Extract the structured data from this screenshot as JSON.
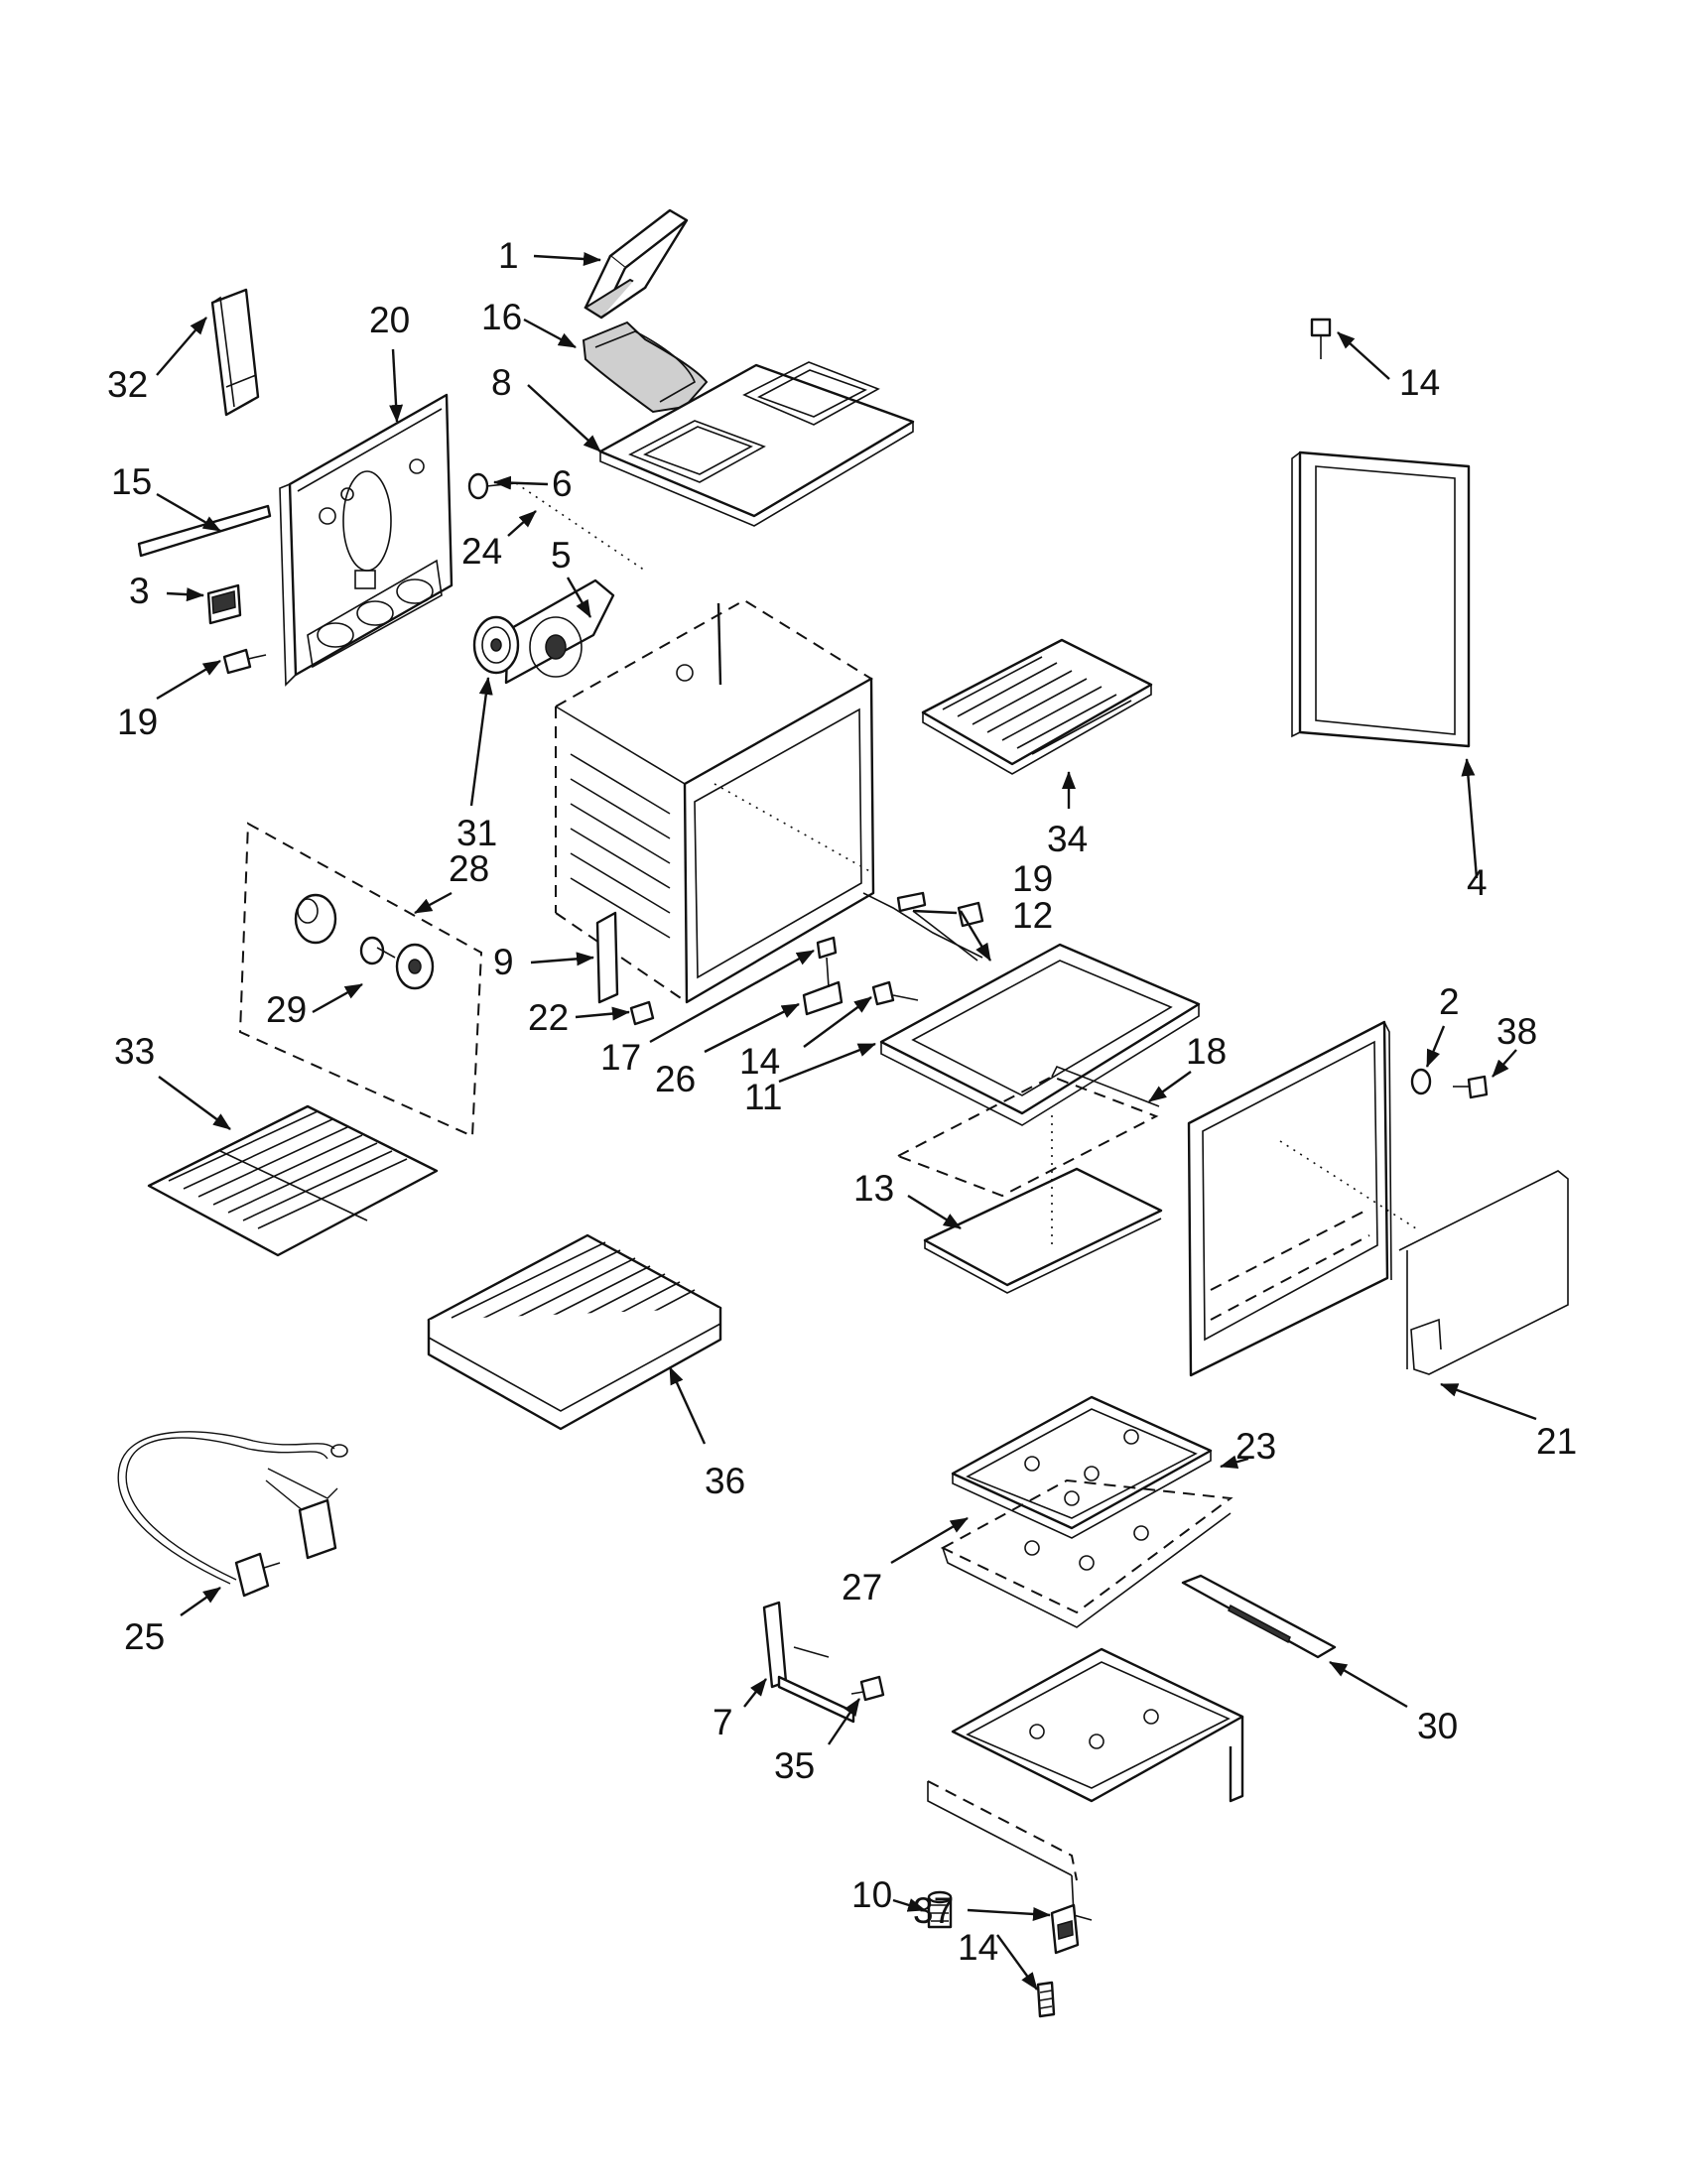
{
  "callouts": [
    {
      "id": "c1",
      "label": "1"
    },
    {
      "id": "c16",
      "label": "16"
    },
    {
      "id": "c8",
      "label": "8"
    },
    {
      "id": "c20",
      "label": "20"
    },
    {
      "id": "c32",
      "label": "32"
    },
    {
      "id": "c15",
      "label": "15"
    },
    {
      "id": "c6",
      "label": "6"
    },
    {
      "id": "c24",
      "label": "24"
    },
    {
      "id": "c3",
      "label": "3"
    },
    {
      "id": "c5",
      "label": "5"
    },
    {
      "id": "c19a",
      "label": "19"
    },
    {
      "id": "c31",
      "label": "31"
    },
    {
      "id": "c28",
      "label": "28"
    },
    {
      "id": "c29",
      "label": "29"
    },
    {
      "id": "c9",
      "label": "9"
    },
    {
      "id": "c22",
      "label": "22"
    },
    {
      "id": "c17",
      "label": "17"
    },
    {
      "id": "c26",
      "label": "26"
    },
    {
      "id": "c14b",
      "label": "14"
    },
    {
      "id": "c11",
      "label": "11"
    },
    {
      "id": "c12",
      "label": "12"
    },
    {
      "id": "c19b",
      "label": "19"
    },
    {
      "id": "c34",
      "label": "34"
    },
    {
      "id": "c14a",
      "label": "14"
    },
    {
      "id": "c4",
      "label": "4"
    },
    {
      "id": "c2",
      "label": "2"
    },
    {
      "id": "c38",
      "label": "38"
    },
    {
      "id": "c18",
      "label": "18"
    },
    {
      "id": "c13",
      "label": "13"
    },
    {
      "id": "c33",
      "label": "33"
    },
    {
      "id": "c36",
      "label": "36"
    },
    {
      "id": "c21",
      "label": "21"
    },
    {
      "id": "c23",
      "label": "23"
    },
    {
      "id": "c27",
      "label": "27"
    },
    {
      "id": "c25",
      "label": "25"
    },
    {
      "id": "c30",
      "label": "30"
    },
    {
      "id": "c7",
      "label": "7"
    },
    {
      "id": "c35",
      "label": "35"
    },
    {
      "id": "c10",
      "label": "10"
    },
    {
      "id": "c37",
      "label": "37"
    },
    {
      "id": "c14c",
      "label": "14"
    }
  ]
}
